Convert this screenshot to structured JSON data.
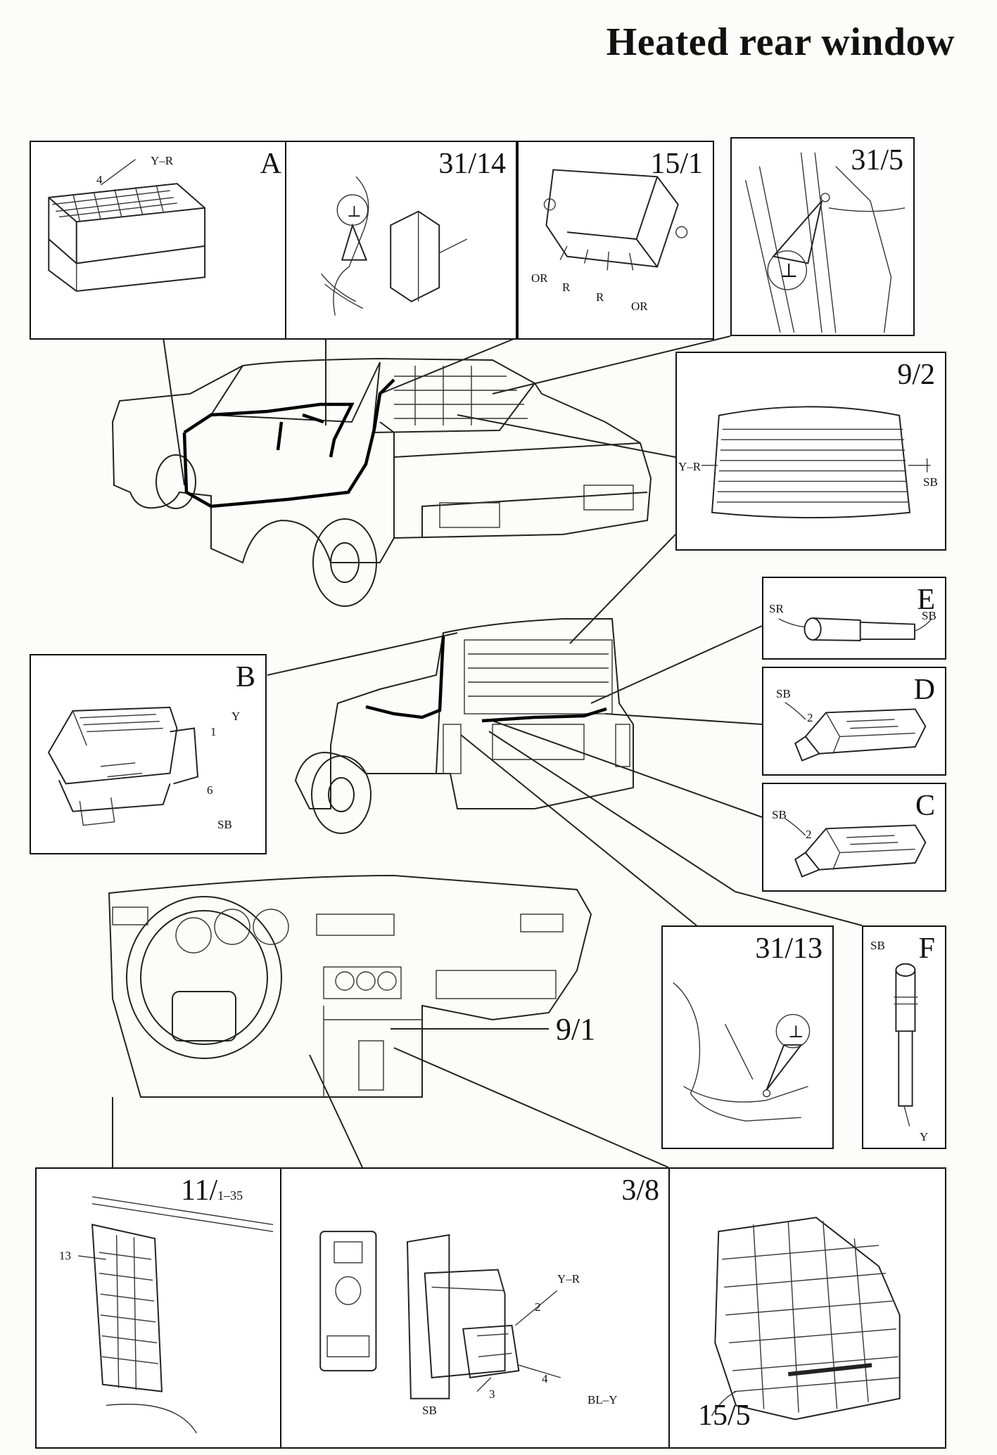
{
  "title": "Heated rear window",
  "panels": {
    "A": {
      "tag": "A",
      "wire": "Y–R",
      "pin": "4"
    },
    "p3114": {
      "tag": "31/14",
      "ground": "⊥"
    },
    "p151": {
      "tag": "15/1",
      "w1": "OR",
      "w2": "R",
      "w3": "R",
      "w4": "OR"
    },
    "p315": {
      "tag": "31/5",
      "ground": "⊥"
    },
    "p92": {
      "tag": "9/2",
      "left": "Y–R",
      "right": "SB",
      "ground": "⊥"
    },
    "E": {
      "tag": "E",
      "left": "SR",
      "right": "SB"
    },
    "B": {
      "tag": "B",
      "y": "Y",
      "p1": "1",
      "p6": "6",
      "sb": "SB"
    },
    "D": {
      "tag": "D",
      "sb": "SB",
      "pin": "2"
    },
    "C": {
      "tag": "C",
      "sb": "SB",
      "pin": "2"
    },
    "p3113": {
      "tag": "31/13",
      "ground": "⊥"
    },
    "F": {
      "tag": "F",
      "sb": "SB",
      "y": "Y"
    },
    "p91": {
      "tag": "9/1"
    },
    "p1135": {
      "tag": "11/",
      "sub": "1–35",
      "pin": "13"
    },
    "p38": {
      "tag": "3/8",
      "yr": "Y–R",
      "p2": "2",
      "p4": "4",
      "bly": "BL–Y",
      "sb": "SB",
      "p3": "3"
    },
    "p155": {
      "tag": "15/5"
    }
  }
}
